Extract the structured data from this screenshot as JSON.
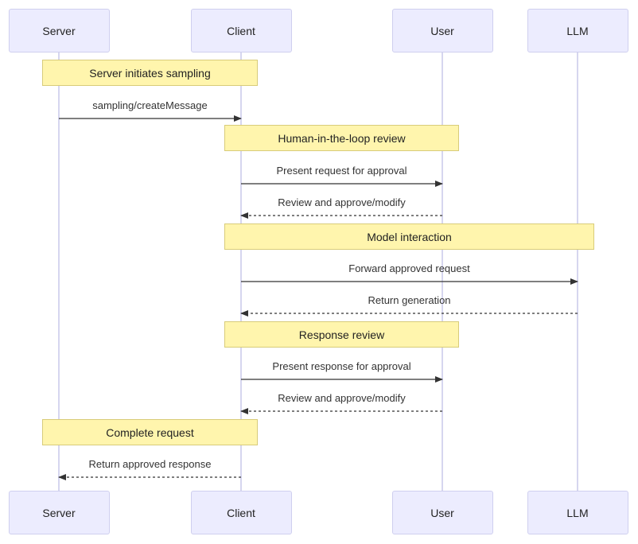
{
  "participants": [
    "Server",
    "Client",
    "User",
    "LLM"
  ],
  "notes": [
    {
      "text": "Server initiates sampling",
      "over": [
        "Server",
        "Client"
      ]
    },
    {
      "text": "Human-in-the-loop review",
      "over": [
        "Client",
        "User"
      ]
    },
    {
      "text": "Model interaction",
      "over": [
        "Client",
        "LLM"
      ]
    },
    {
      "text": "Response review",
      "over": [
        "Client",
        "User"
      ]
    },
    {
      "text": "Complete request",
      "over": [
        "Server",
        "Client"
      ]
    }
  ],
  "messages": [
    {
      "text": "sampling/createMessage",
      "from": "Server",
      "to": "Client",
      "style": "solid"
    },
    {
      "text": "Present request for approval",
      "from": "Client",
      "to": "User",
      "style": "solid"
    },
    {
      "text": "Review and approve/modify",
      "from": "User",
      "to": "Client",
      "style": "dashed"
    },
    {
      "text": "Forward approved request",
      "from": "Client",
      "to": "LLM",
      "style": "solid"
    },
    {
      "text": "Return generation",
      "from": "LLM",
      "to": "Client",
      "style": "dashed"
    },
    {
      "text": "Present response for approval",
      "from": "Client",
      "to": "User",
      "style": "solid"
    },
    {
      "text": "Review and approve/modify",
      "from": "User",
      "to": "Client",
      "style": "dashed"
    },
    {
      "text": "Return approved response",
      "from": "Client",
      "to": "Server",
      "style": "dashed"
    }
  ]
}
